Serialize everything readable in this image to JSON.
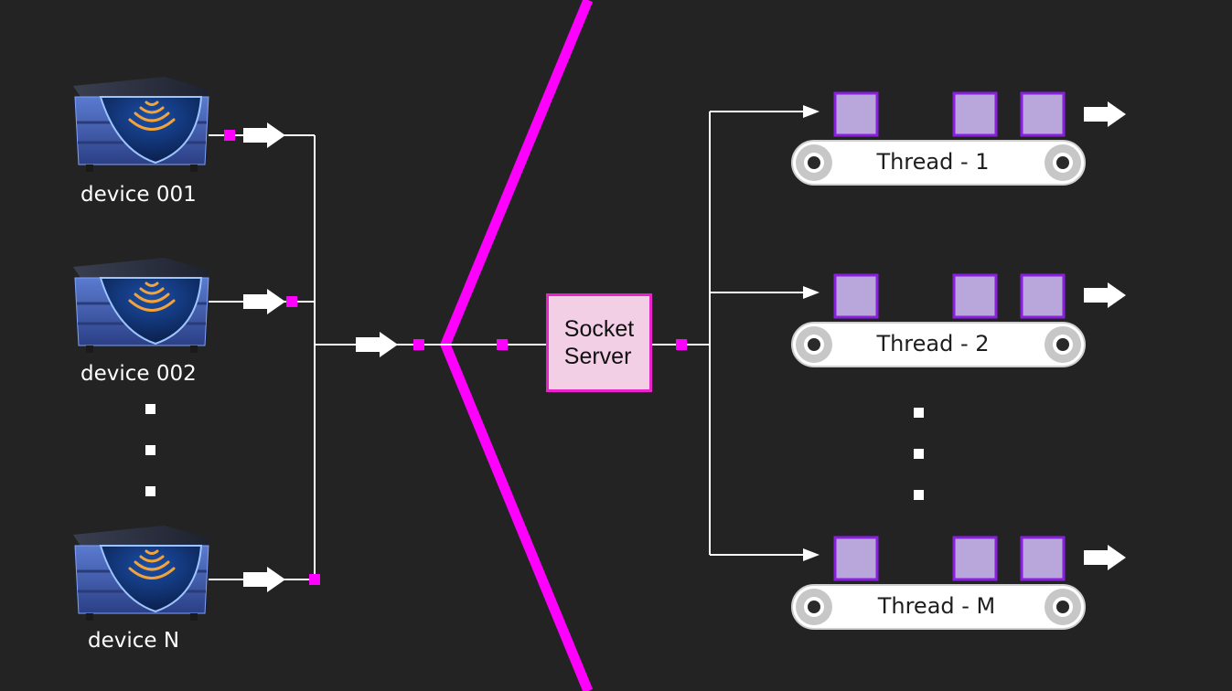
{
  "devices": [
    {
      "label": "device 001"
    },
    {
      "label": "device 002"
    },
    {
      "label": "device N"
    }
  ],
  "server": {
    "line1": "Socket",
    "line2": "Server"
  },
  "threads": [
    {
      "label": "Thread - 1"
    },
    {
      "label": "Thread - 2"
    },
    {
      "label": "Thread - M"
    }
  ],
  "colors": {
    "background": "#232323",
    "accent_magenta": "#ff00ff",
    "server_fill": "#f3cfe6",
    "server_border": "#ea22c9",
    "packet_fill": "#b9a6da",
    "packet_border": "#8a1fe0",
    "line": "#ffffff",
    "device_body": "#3f5fb0"
  }
}
